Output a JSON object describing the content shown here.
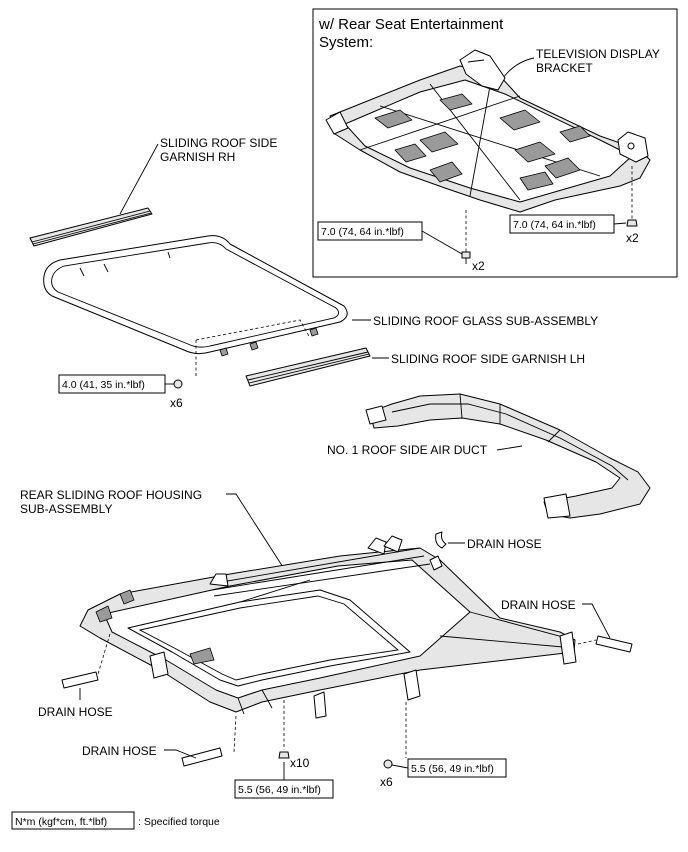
{
  "inset": {
    "title_line1": "w/ Rear Seat Entertainment",
    "title_line2": "System:"
  },
  "labels": {
    "tv_bracket_line1": "TELEVISION DISPLAY",
    "tv_bracket_line2": "BRACKET",
    "garnish_rh_line1": "SLIDING ROOF SIDE",
    "garnish_rh_line2": "GARNISH RH",
    "glass": "SLIDING ROOF GLASS SUB-ASSEMBLY",
    "garnish_lh": "SLIDING ROOF SIDE GARNISH LH",
    "air_duct": "NO. 1 ROOF SIDE AIR DUCT",
    "housing_line1": "REAR SLIDING ROOF HOUSING",
    "housing_line2": "SUB-ASSEMBLY",
    "drain_hose_1": "DRAIN HOSE",
    "drain_hose_2": "DRAIN HOSE",
    "drain_hose_3": "DRAIN HOSE",
    "drain_hose_4": "DRAIN HOSE"
  },
  "torques": {
    "inset_left": "7.0 (74, 64 in.*lbf)",
    "inset_right": "7.0 (74, 64 in.*lbf)",
    "glass": "4.0 (41, 35 in.*lbf)",
    "housing_left": "5.5 (56, 49 in.*lbf)",
    "housing_right": "5.5 (56, 49 in.*lbf)"
  },
  "quantities": {
    "inset_left": "x2",
    "inset_right": "x2",
    "glass": "x6",
    "housing_left": "x10",
    "housing_right": "x6"
  },
  "legend": {
    "unit": "N*m (kgf*cm, ft.*lbf)",
    "description": ": Specified torque"
  }
}
